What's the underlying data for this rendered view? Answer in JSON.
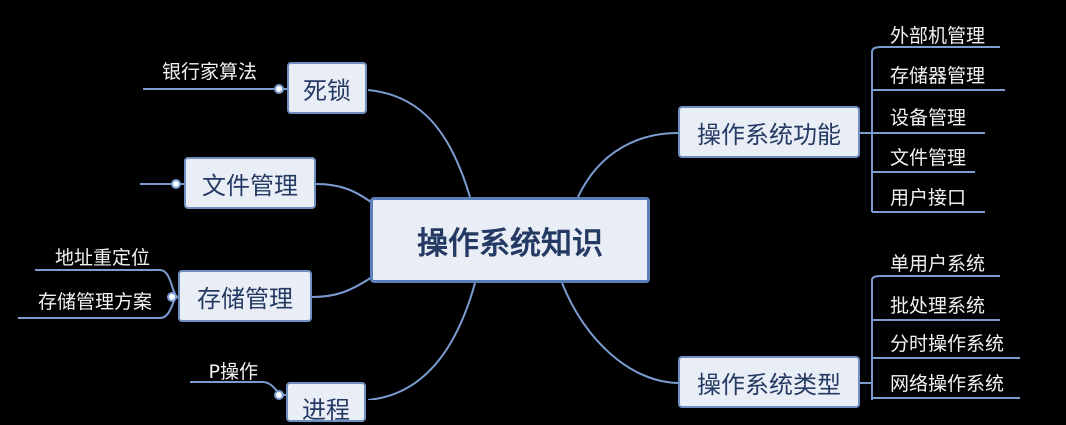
{
  "colors": {
    "background": "#000000",
    "node_fill": "#e9eef6",
    "node_border": "#6f8fc0",
    "node_text": "#243a63",
    "connector": "#7b9cd1",
    "leaf_text": "#f2f2f2"
  },
  "mindmap": {
    "center": "操作系统知识",
    "left_topics": [
      {
        "label": "死锁",
        "leaves": [
          "银行家算法"
        ]
      },
      {
        "label": "文件管理",
        "leaves": []
      },
      {
        "label": "存储管理",
        "leaves": [
          "地址重定位",
          "存储管理方案"
        ]
      },
      {
        "label": "进程",
        "leaves": [
          "P操作"
        ]
      }
    ],
    "right_topics": [
      {
        "label": "操作系统功能",
        "leaves": [
          "外部机管理",
          "存储器管理",
          "设备管理",
          "文件管理",
          "用户接口"
        ]
      },
      {
        "label": "操作系统类型",
        "leaves": [
          "单用户系统",
          "批处理系统",
          "分时操作系统",
          "网络操作系统"
        ]
      }
    ]
  }
}
